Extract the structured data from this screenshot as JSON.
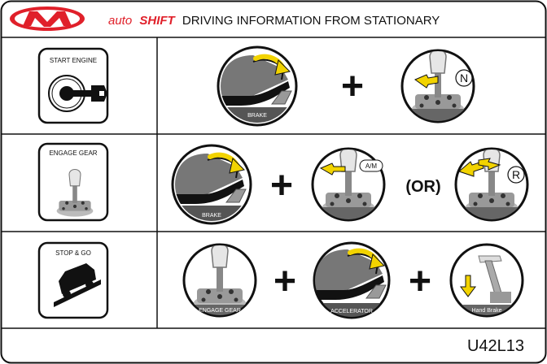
{
  "header": {
    "brand_icon": "mahindra-logo",
    "word_auto": "auto",
    "word_shift": "SHIFT",
    "title_rest": "DRIVING INFORMATION FROM STATIONARY",
    "accent_color": "#e0202a"
  },
  "rows": [
    {
      "label": "START ENGINE",
      "icon": "ignition-key-icon",
      "steps": [
        {
          "icon": "brake-pedal-icon",
          "caption": "BRAKE"
        },
        {
          "icon": "gear-lever-neutral-icon",
          "badge": "N"
        }
      ],
      "operators": [
        "+"
      ]
    },
    {
      "label": "ENGAGE GEAR",
      "icon": "gear-lever-icon",
      "steps": [
        {
          "icon": "brake-pedal-icon",
          "caption": "BRAKE"
        },
        {
          "icon": "gear-lever-am-icon",
          "badge": "A/M"
        },
        {
          "icon": "gear-lever-reverse-icon",
          "badge": "R"
        }
      ],
      "operators": [
        "+",
        "(OR)"
      ]
    },
    {
      "label": "STOP & GO",
      "icon": "vehicle-on-slope-icon",
      "steps": [
        {
          "icon": "gear-lever-engaged-icon",
          "caption": "ENGAGE GEAR"
        },
        {
          "icon": "accelerator-pedal-icon",
          "caption": "ACCELERATOR"
        },
        {
          "icon": "hand-brake-icon",
          "caption": "Hand Brake"
        }
      ],
      "operators": [
        "+",
        "+"
      ]
    }
  ],
  "footer": {
    "code": "U42L13"
  }
}
